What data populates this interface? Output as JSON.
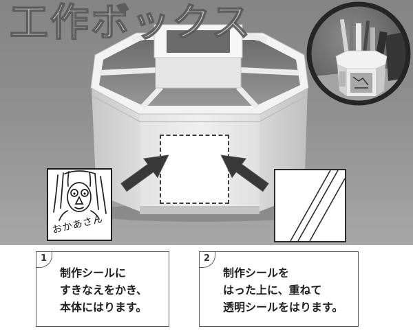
{
  "title": "工作ボックス",
  "drawing": {
    "handwriting": "おかあさん"
  },
  "steps": [
    {
      "number": "1",
      "lines": [
        "制作シールに",
        "すきなえをかき、",
        "本体にはります。"
      ]
    },
    {
      "number": "2",
      "lines": [
        "制作シールを",
        "はった上に、重ねて",
        "透明シールをはります。"
      ]
    }
  ],
  "icons": {
    "left_arrow": "arrow-icon",
    "right_arrow": "arrow-icon"
  },
  "colors": {
    "photo_background": "#8e8e8e",
    "arrow": "#383838",
    "step_border": "#5a5a5a",
    "text": "#1f1f1f"
  }
}
